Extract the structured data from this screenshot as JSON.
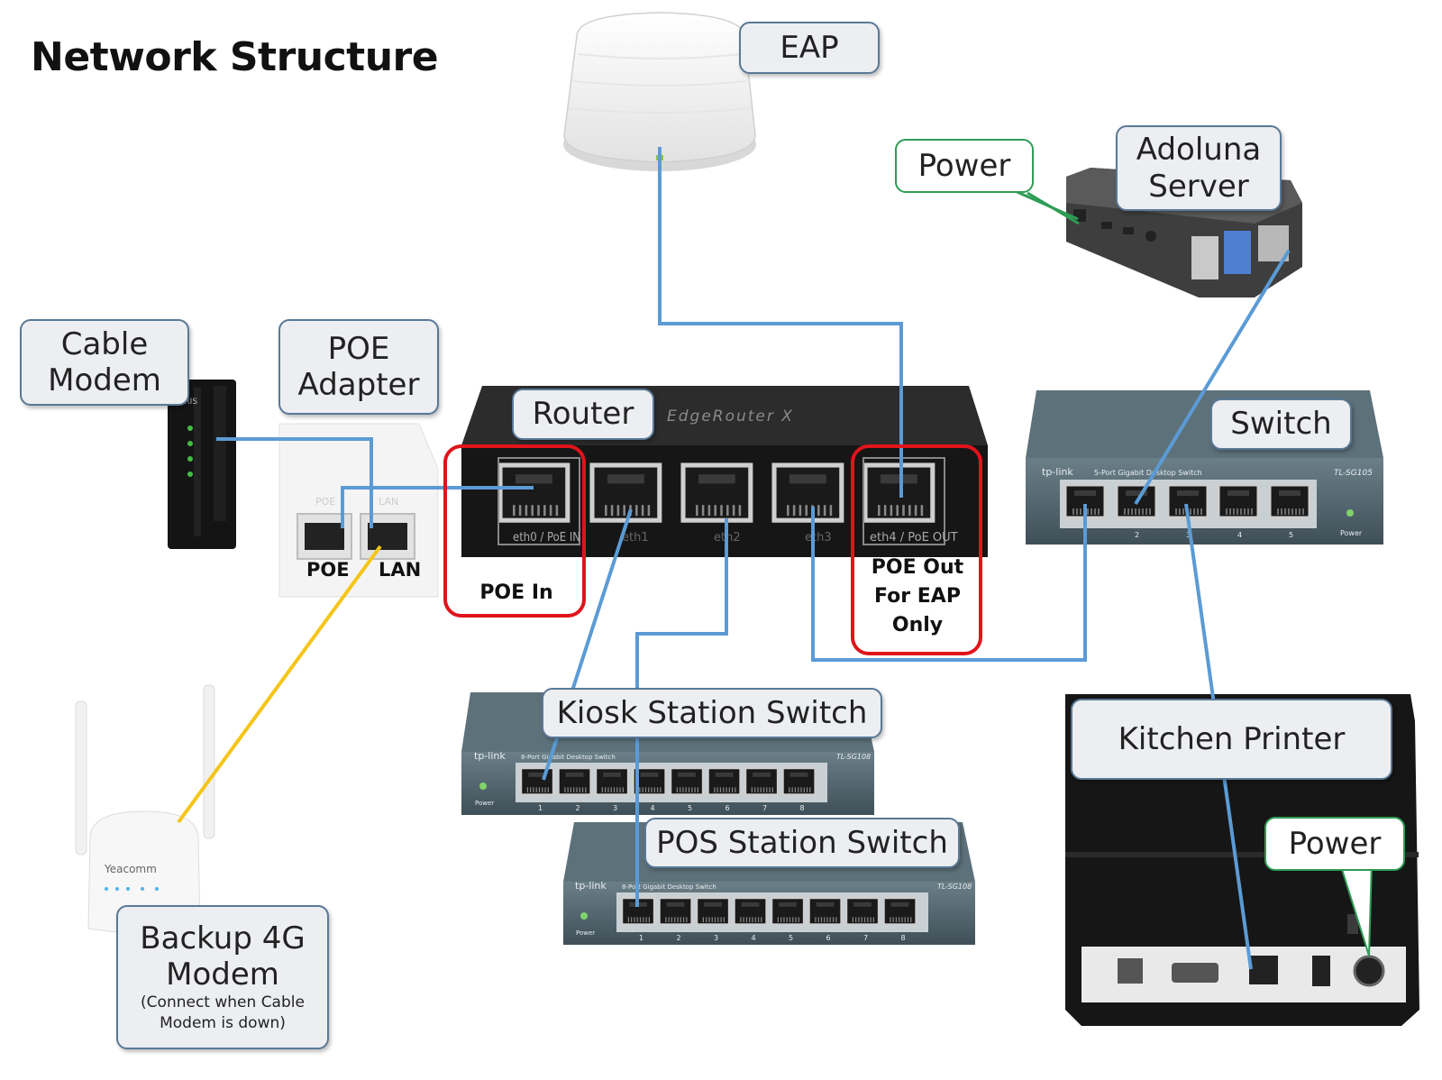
{
  "title": "Network Structure",
  "callouts": {
    "eap": "EAP",
    "power_server": "Power",
    "server_line1": "Adoluna",
    "server_line2": "Server",
    "cable_line1": "Cable",
    "cable_line2": "Modem",
    "poe_line1": "POE",
    "poe_line2": "Adapter",
    "router": "Router",
    "switch": "Switch",
    "kiosk": "Kiosk Station Switch",
    "pos": "POS Station Switch",
    "kitchen": "Kitchen Printer",
    "power_printer": "Power",
    "backup_line1": "Backup 4G",
    "backup_line2": "Modem",
    "backup_note_line1": "(Connect when Cable",
    "backup_note_line2": "Modem is down)"
  },
  "poe_adapter": {
    "poe_label": "POE",
    "lan_label": "LAN"
  },
  "router": {
    "brand_text": "EdgeRouter X",
    "ports": [
      "eth0 / PoE IN",
      "eth1",
      "eth2",
      "eth3",
      "eth4 / PoE OUT"
    ],
    "poe_in_label": "POE In",
    "poe_out_line1": "POE Out",
    "poe_out_line2": "For EAP",
    "poe_out_line3": "Only"
  },
  "main_switch": {
    "brand": "tp-link",
    "desc": "5-Port Gigabit Desktop Switch",
    "model": "TL-SG105",
    "numbers": [
      "1",
      "2",
      "3",
      "4",
      "5"
    ],
    "power": "Power"
  },
  "eight_port_switch": {
    "brand": "tp-link",
    "desc": "8-Port Gigabit Desktop Switch",
    "model": "TL-SG108",
    "numbers": [
      "1",
      "2",
      "3",
      "4",
      "5",
      "6",
      "7",
      "8"
    ],
    "power": "Power"
  },
  "modem_4g_brand": "Yeacomm",
  "colors": {
    "cable": "#5b9bd5",
    "fallback_cable": "#f5c518",
    "power_cable": "#2e9c55",
    "highlight": "#e0141b",
    "callout_border": "#5a7896"
  }
}
